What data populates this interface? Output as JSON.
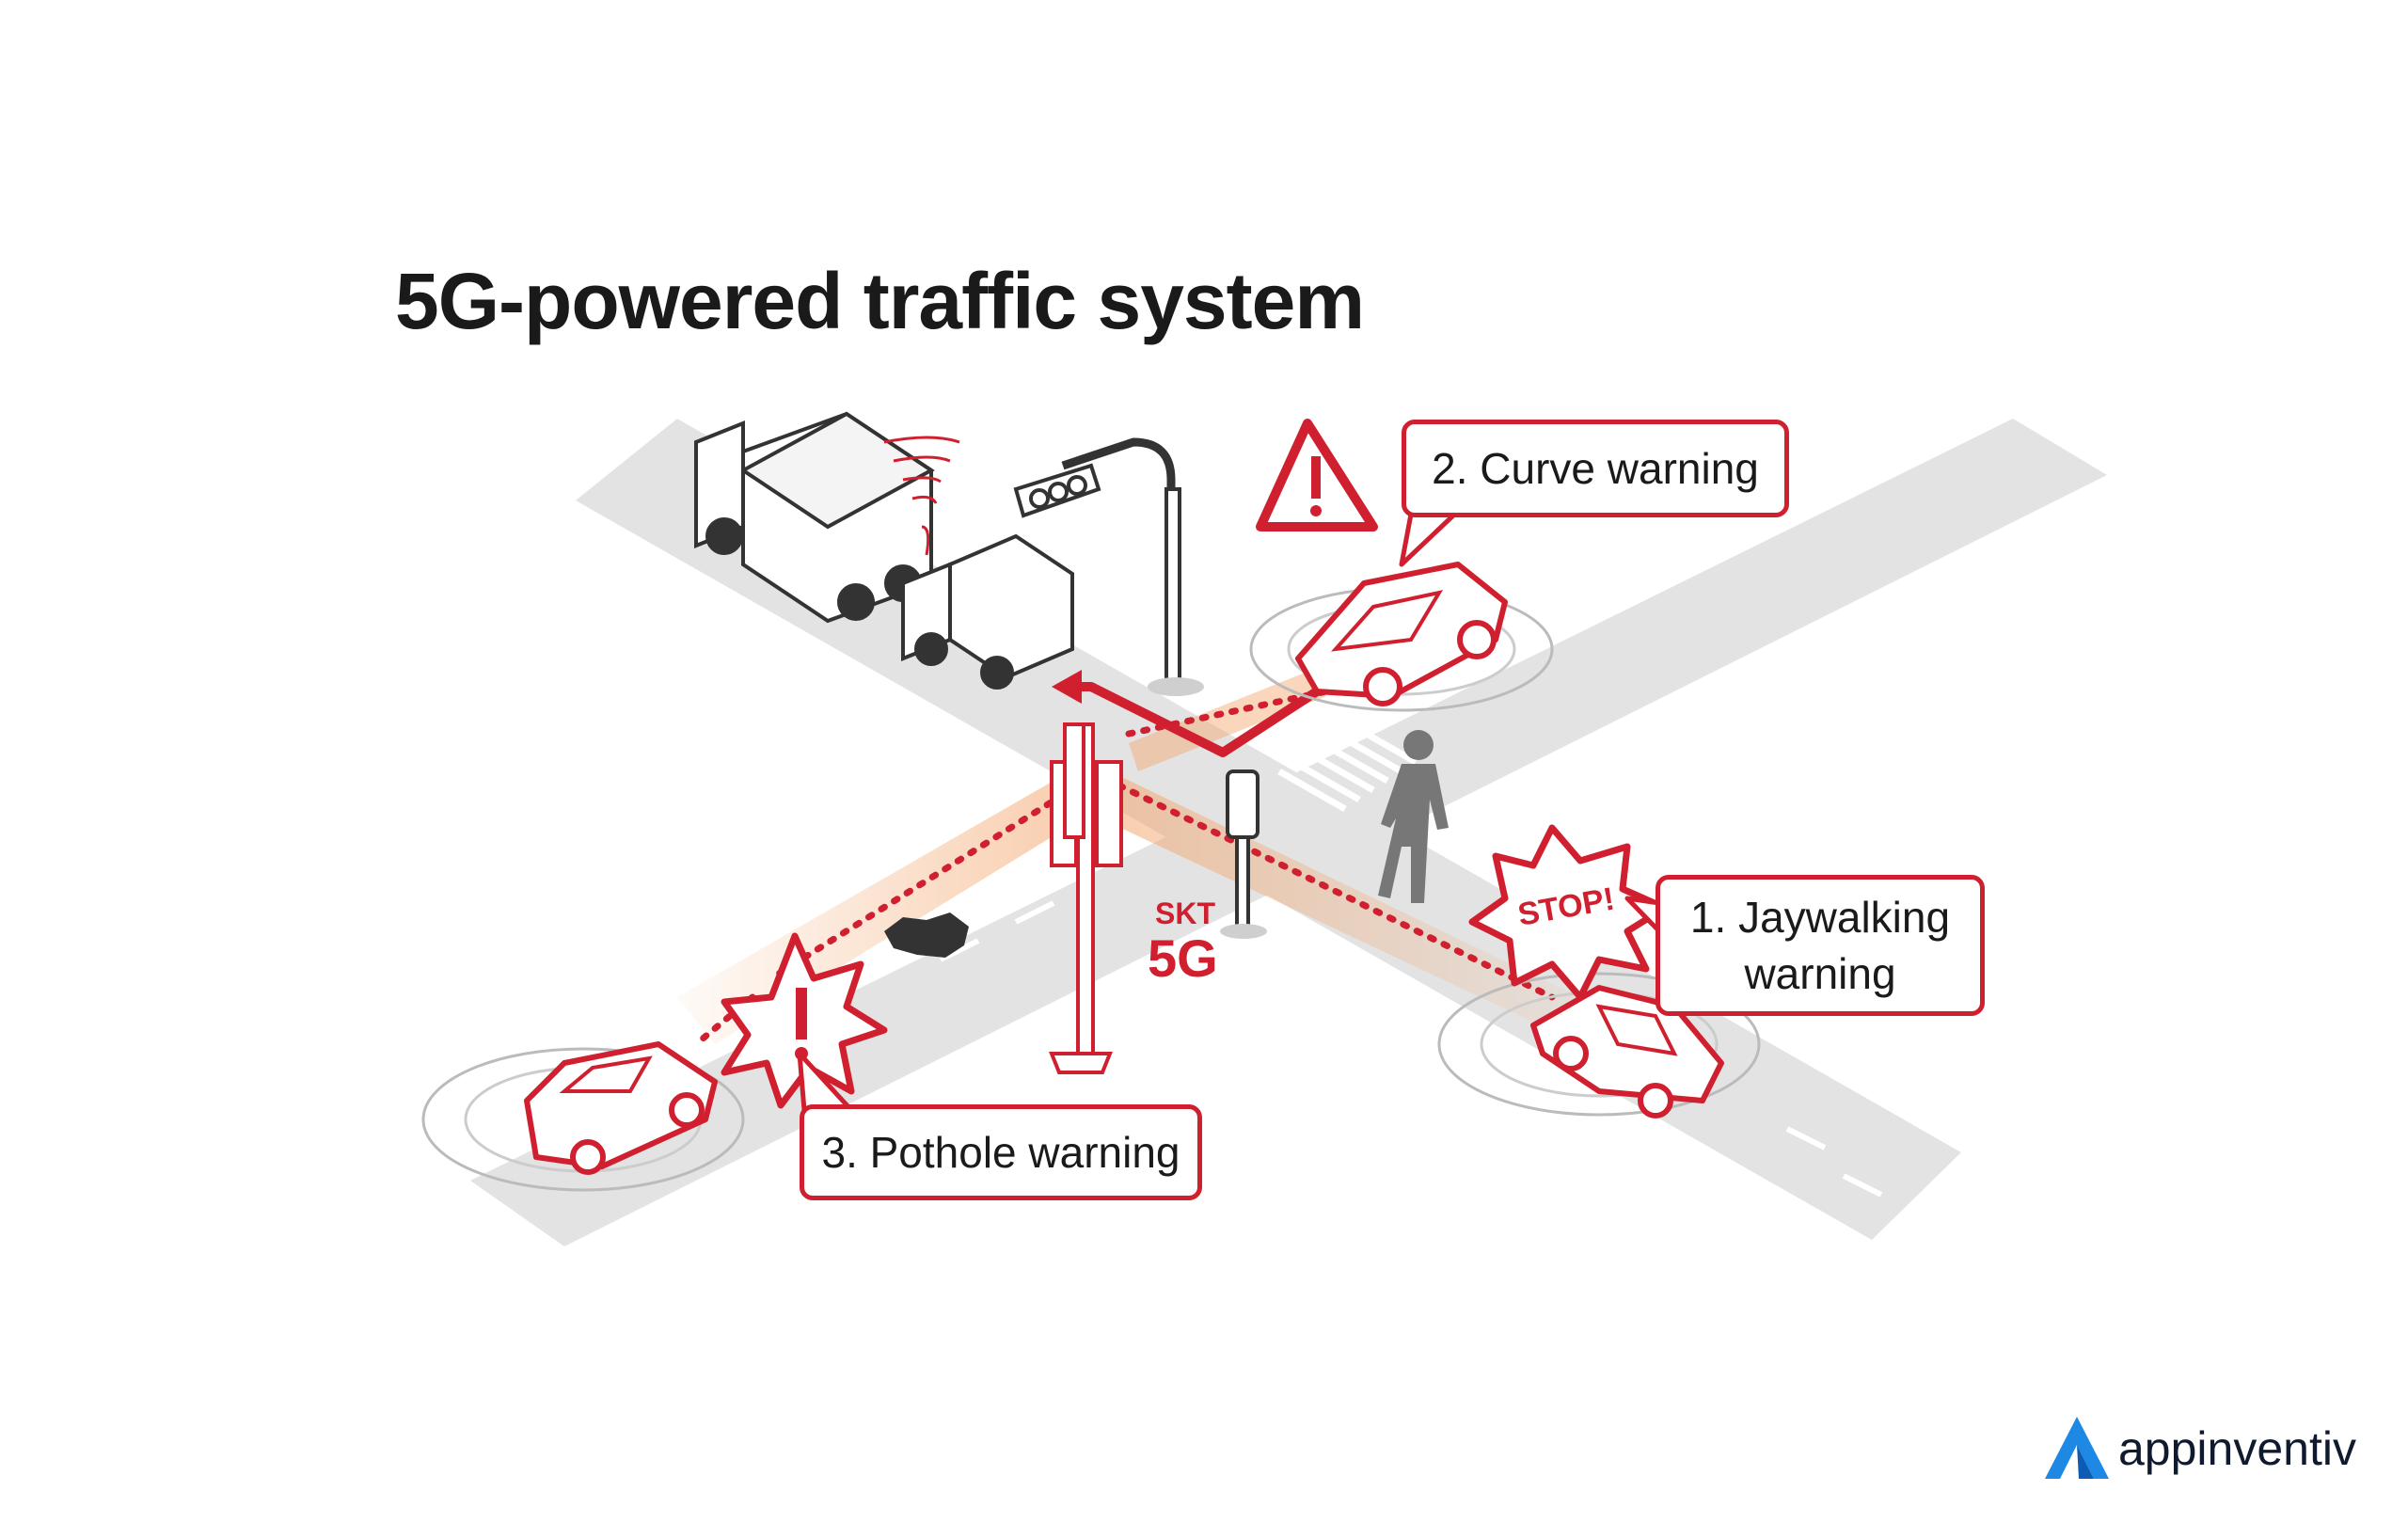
{
  "title": "5G-powered traffic system",
  "callouts": {
    "curve": "2. Curve warning",
    "jaywalking_line1": "1. Jaywalking",
    "jaywalking_line2": "warning",
    "pothole": "3. Pothole warning"
  },
  "stop_sign": "STOP!",
  "tower": {
    "brand": "SKT",
    "network": "5G"
  },
  "brand": {
    "name": "appinventiv",
    "icon": "appinventiv-logo-icon"
  },
  "colors": {
    "accent_red": "#d0202f",
    "road_gray": "#e3e3e3",
    "signal_orange": "#f3a46a",
    "brand_blue": "#1e88e5"
  }
}
